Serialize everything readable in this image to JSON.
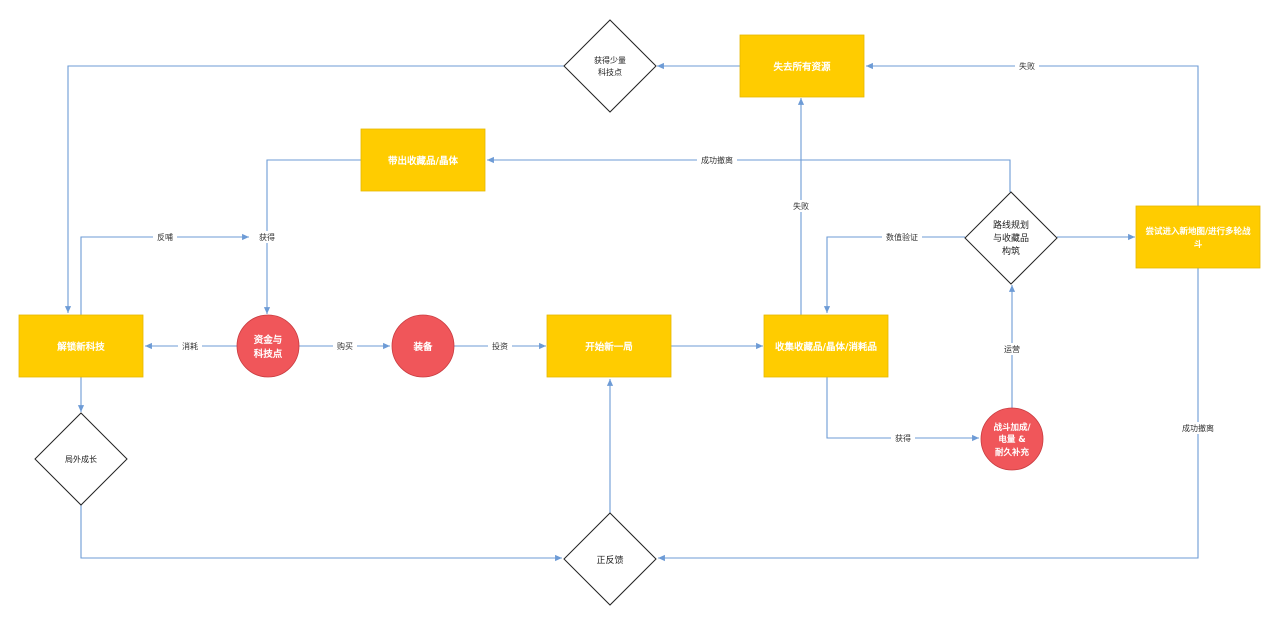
{
  "colors": {
    "box": "#ffcc00",
    "box_border": "#e6b800",
    "circle": "#f0565a",
    "circle_border": "#c93c40",
    "diamond_border": "#222222",
    "connector": "#6d9bd6"
  },
  "nodes": {
    "unlock_tech": "解锁新科技",
    "funds_tech": [
      "资金与",
      "科技点"
    ],
    "equipment": "装备",
    "new_round": "开始新一局",
    "collect": "收集收藏品/晶体/消耗品",
    "bring_out": "带出收藏品/晶体",
    "lose_all": "失去所有资源",
    "gain_little": [
      "获得少量",
      "科技点"
    ],
    "route_plan": [
      "路线规划",
      "与收藏品",
      "构筑"
    ],
    "try_new_map": [
      "尝试进入新地图/进行多轮战",
      "斗"
    ],
    "combat_bonus": [
      "战斗加成/",
      "电量 &",
      "耐久补充"
    ],
    "meta_growth": "局外成长",
    "positive_feedback": "正反馈"
  },
  "edges": {
    "consume": "消耗",
    "buy": "购买",
    "invest": "投资",
    "feedback": "反哺",
    "obtain_top": "获得",
    "success_evac_top": "成功撤离",
    "fail_mid": "失败",
    "fail_top": "失败",
    "value_verify": "数值验证",
    "operate": "运营",
    "obtain_bottom": "获得",
    "success_evac_right": "成功撤离"
  }
}
